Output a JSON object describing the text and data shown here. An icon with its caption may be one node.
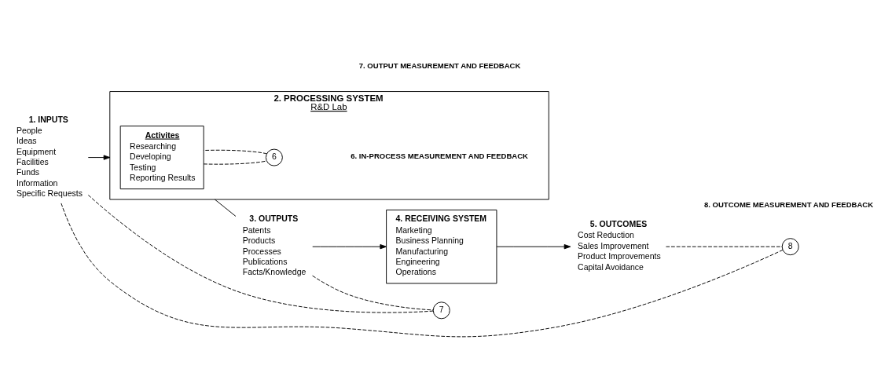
{
  "diagram": {
    "nodes": [
      {
        "text": [
          "1. INPUTS",
          "People",
          "Ideas",
          "Equipment",
          "Facilities",
          "Funds",
          "Information",
          "Specific Requests"
        ]
      },
      {
        "text": [
          "2. PROCESSING SYSTEM",
          "R&D Lab"
        ]
      },
      {
        "text": [
          "Activites",
          "Researching",
          "Developing",
          "Testing",
          "Reporting Results"
        ],
        "in": 1
      },
      {
        "text": [
          "6"
        ],
        "in": 1
      },
      {
        "text": [
          "3. OUTPUTS",
          "Patents",
          "Products",
          "Processes",
          "Publications",
          "Facts/Knowledge"
        ]
      },
      {
        "text": [
          "4. RECEIVING SYSTEM",
          "Marketing",
          "Business Planning",
          "Manufacturing",
          "Engineering",
          "Operations"
        ]
      },
      {
        "text": [
          "5. OUTCOMES",
          "Cost Reduction",
          "Sales Improvement",
          "Product Improvements",
          "Capital Avoidance"
        ]
      },
      {
        "text": [
          "7"
        ]
      },
      {
        "text": [
          "8"
        ]
      }
    ],
    "edges": [
      {
        "from": 0,
        "to": 1,
        "arrow": "to"
      },
      {
        "from": 1,
        "to": 4,
        "arrow": "none"
      },
      {
        "from": 4,
        "to": 5,
        "arrow": "to"
      },
      {
        "from": 5,
        "to": 6,
        "arrow": "to"
      },
      {
        "from": 2,
        "to": 3,
        "arrow": "none",
        "style": "dashed"
      },
      {
        "from": 3,
        "to": 2,
        "arrow": "none",
        "style": "dashed"
      },
      {
        "from": 4,
        "to": 7,
        "arrow": "none",
        "style": "dashed"
      },
      {
        "from": 7,
        "to": 0,
        "arrow": "none",
        "style": "dashed"
      },
      {
        "from": 6,
        "to": 8,
        "arrow": "none",
        "style": "dashed"
      },
      {
        "from": 8,
        "to": 0,
        "arrow": "none",
        "style": "dashed"
      }
    ],
    "labels": [
      "6. IN-PROCESS MEASUREMENT AND FEEDBACK",
      "7. OUTPUT MEASUREMENT AND FEEDBACK",
      "8. OUTCOME MEASUREMENT AND FEEDBACK"
    ]
  }
}
